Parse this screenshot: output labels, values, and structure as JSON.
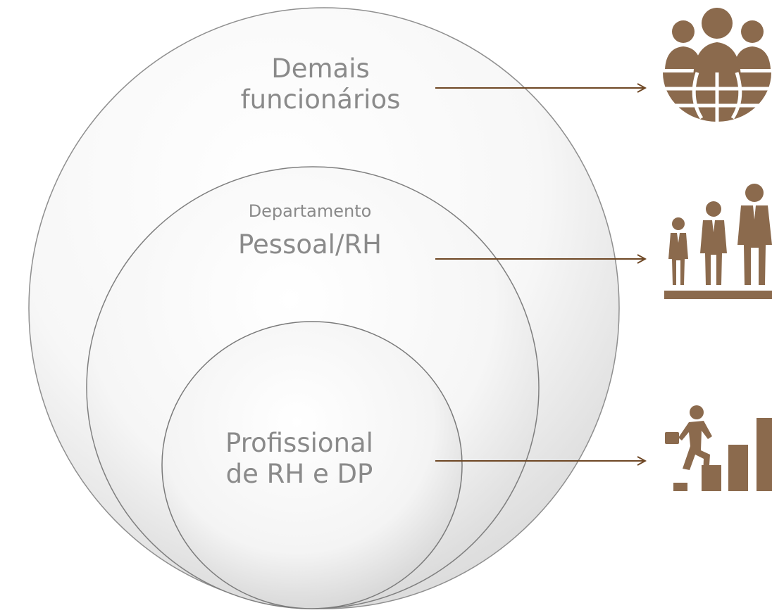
{
  "diagram": {
    "outer_label": "Demais funcionários",
    "outer_label_lines": [
      "Demais",
      "funcionários"
    ],
    "middle_label_small": "Departamento",
    "middle_label_large": "Pessoal/RH",
    "inner_label_lines": [
      "Profissional",
      "de RH e DP"
    ]
  },
  "icons": {
    "top": "people-globe-icon",
    "middle": "business-team-icon",
    "bottom": "career-growth-icon"
  },
  "colors": {
    "arrow": "#6e4724",
    "icon": "#8b6a4d",
    "text": "#8a8a8a"
  }
}
